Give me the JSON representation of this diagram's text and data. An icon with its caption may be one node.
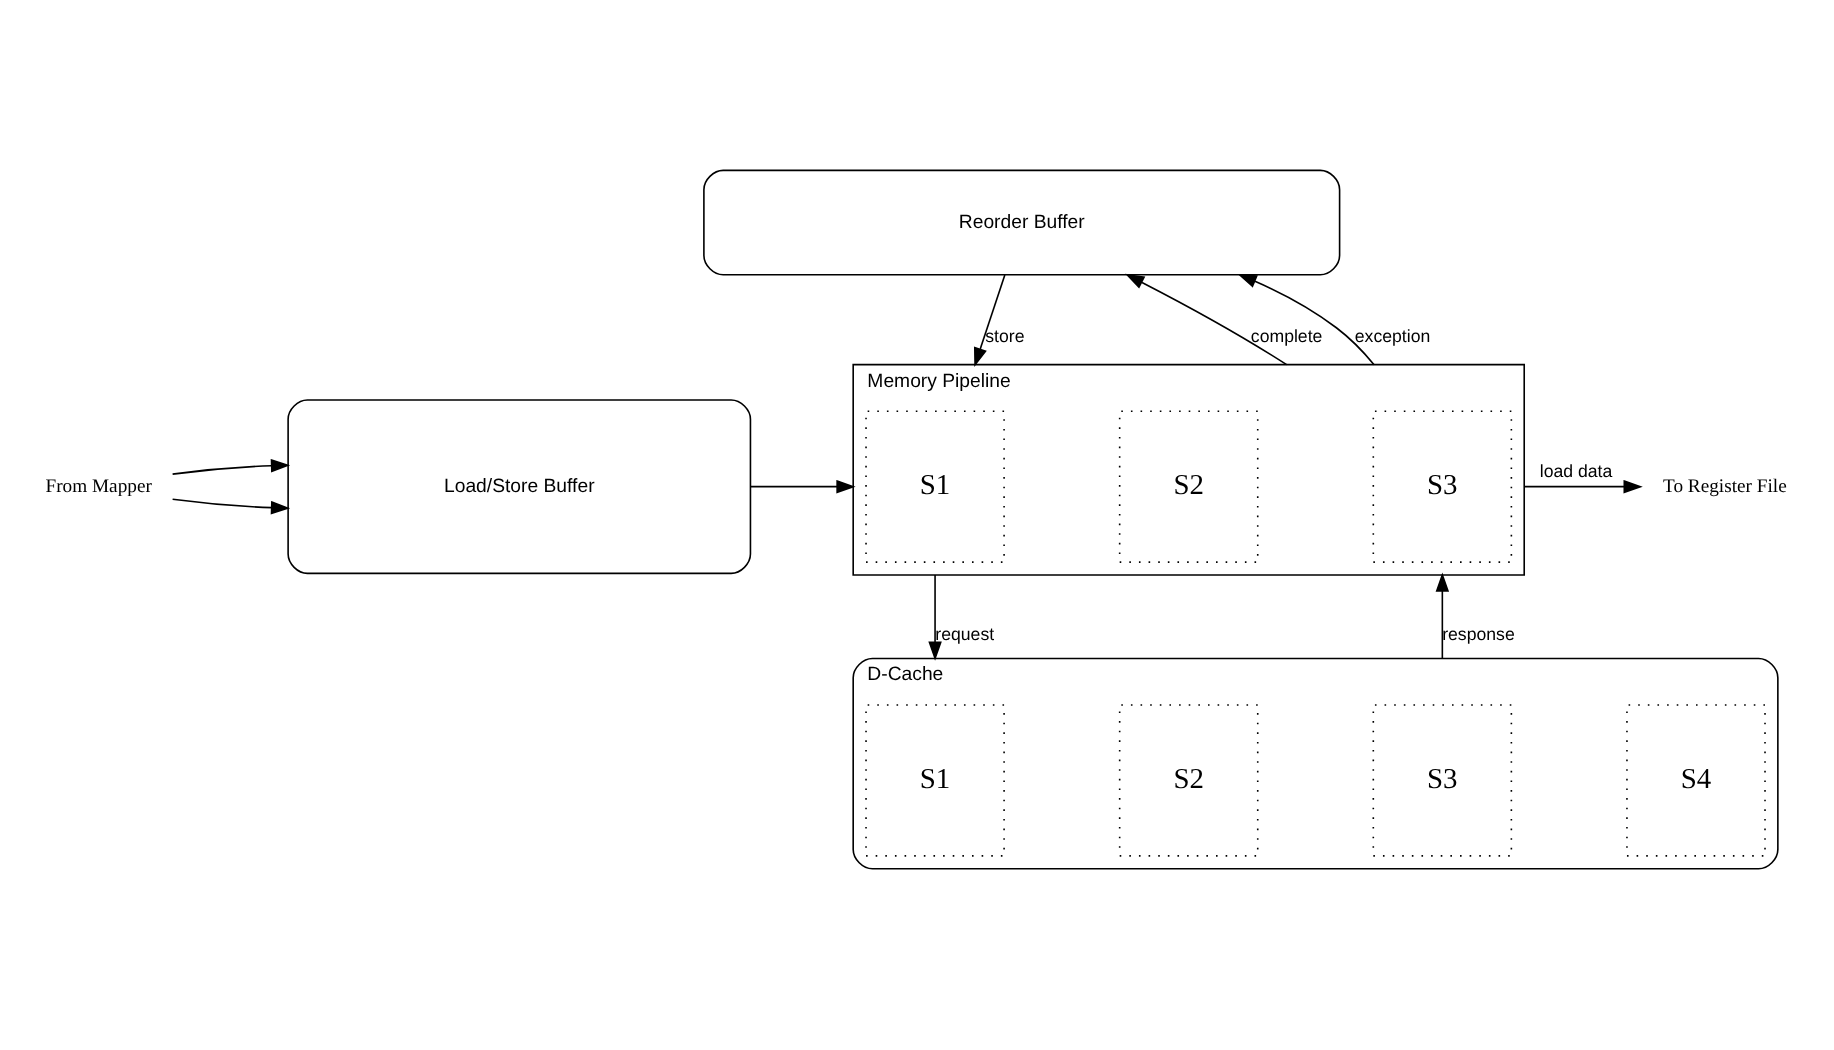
{
  "diagram": {
    "nodes": [
      {
        "text": [
          "Reorder Buffer"
        ]
      },
      {
        "text": [
          "From Mapper"
        ]
      },
      {
        "text": [
          "Load/Store Buffer"
        ]
      },
      {
        "text": [
          "Memory Pipeline"
        ]
      },
      {
        "text": [
          "S1"
        ],
        "in": 3
      },
      {
        "text": [
          "S2"
        ],
        "in": 3
      },
      {
        "text": [
          "S3"
        ],
        "in": 3
      },
      {
        "text": [
          "To Register File"
        ]
      },
      {
        "text": [
          "D-Cache"
        ]
      },
      {
        "text": [
          "S1"
        ],
        "in": 8
      },
      {
        "text": [
          "S2"
        ],
        "in": 8
      },
      {
        "text": [
          "S3"
        ],
        "in": 8
      },
      {
        "text": [
          "S4"
        ],
        "in": 8
      }
    ],
    "edges": [
      {
        "from": 1,
        "to": 2,
        "arrow": "to"
      },
      {
        "from": 1,
        "to": 2,
        "arrow": "to"
      },
      {
        "from": 2,
        "to": 3,
        "arrow": "to"
      },
      {
        "from": 0,
        "to": 3,
        "arrow": "to",
        "label": "store"
      },
      {
        "from": 3,
        "to": 0,
        "arrow": "to",
        "label": "complete"
      },
      {
        "from": 3,
        "to": 0,
        "arrow": "to",
        "label": "exception"
      },
      {
        "from": 3,
        "to": 8,
        "arrow": "to",
        "label": "request"
      },
      {
        "from": 8,
        "to": 3,
        "arrow": "to",
        "label": "response"
      },
      {
        "from": 3,
        "to": 7,
        "arrow": "to",
        "label": "load data"
      }
    ]
  }
}
